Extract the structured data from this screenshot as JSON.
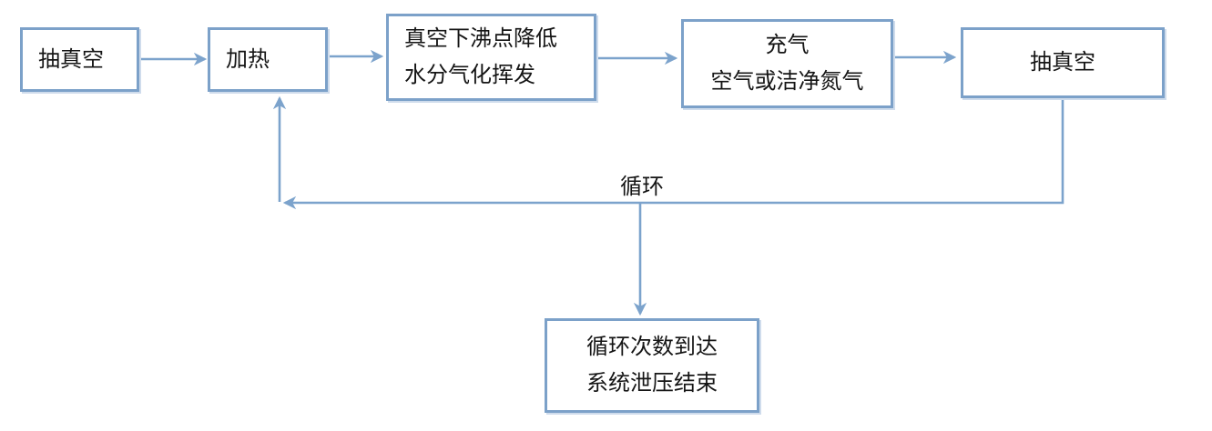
{
  "diagram": {
    "type": "flowchart",
    "background": "#ffffff",
    "accent_color": "#7ca1c9",
    "text_color": "#151515",
    "nodes": [
      {
        "id": "vacuum-1",
        "lines": [
          "抽真空"
        ]
      },
      {
        "id": "heat",
        "lines": [
          "加热"
        ]
      },
      {
        "id": "vacuum-boil",
        "lines": [
          "真空下沸点降低",
          "水分气化挥发"
        ]
      },
      {
        "id": "inflate",
        "lines": [
          "充气",
          "空气或洁净氮气"
        ]
      },
      {
        "id": "vacuum-2",
        "lines": [
          "抽真空"
        ]
      },
      {
        "id": "cycle-end",
        "lines": [
          "循环次数到达",
          "系统泄压结束"
        ]
      }
    ],
    "labels": {
      "loop": "循环"
    },
    "edges": [
      {
        "from": "vacuum-1",
        "to": "heat"
      },
      {
        "from": "heat",
        "to": "vacuum-boil"
      },
      {
        "from": "vacuum-boil",
        "to": "inflate"
      },
      {
        "from": "inflate",
        "to": "vacuum-2"
      },
      {
        "from": "vacuum-2",
        "to": "heat",
        "label": "循环",
        "style": "loop-back"
      },
      {
        "from": "loop-back-line",
        "to": "cycle-end",
        "style": "branch-down"
      }
    ]
  }
}
